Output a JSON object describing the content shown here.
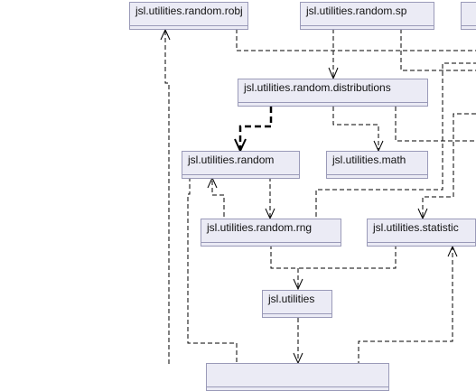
{
  "colors": {
    "box_fill": "#ebebf5",
    "box_border": "#9a9ab8",
    "edge": "#000000",
    "background": "#ffffff"
  },
  "packages": {
    "robj": "jsl.utilities.random.robj",
    "sp": "jsl.utilities.random.sp",
    "distributions": "jsl.utilities.random.distributions",
    "random": "jsl.utilities.random",
    "math": "jsl.utilities.math",
    "rng": "jsl.utilities.random.rng",
    "statistic": "jsl.utilities.statistic",
    "utilities": "jsl.utilities",
    "bottom": ""
  }
}
